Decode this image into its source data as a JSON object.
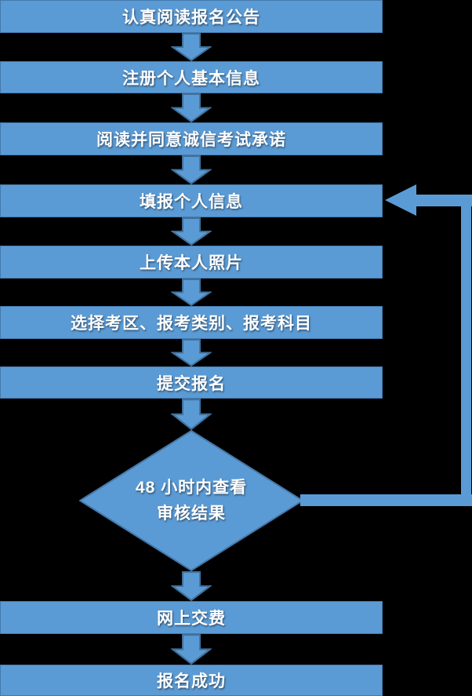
{
  "page": {
    "background_color": "#000000"
  },
  "flowchart": {
    "colors": {
      "node_fill": "#5B9BD5",
      "node_border": "#2F5C8A",
      "arrow_fill": "#5B9BD5",
      "arrow_border": "#41719C",
      "text": "#FFFFFF"
    },
    "steps": [
      {
        "label": "认真阅读报名公告"
      },
      {
        "label": "注册个人基本信息"
      },
      {
        "label": "阅读并同意诚信考试承诺"
      },
      {
        "label": "填报个人信息"
      },
      {
        "label": "上传本人照片"
      },
      {
        "label": "选择考区、报考类别、报考科目"
      },
      {
        "label": "提交报名"
      },
      {
        "label": "网上交费"
      },
      {
        "label": "报名成功"
      }
    ],
    "decision": {
      "line1": "48 小时内查看",
      "line2": "审核结果"
    },
    "feedback_loop": {
      "from": "decision",
      "to_step_index": 3
    }
  }
}
